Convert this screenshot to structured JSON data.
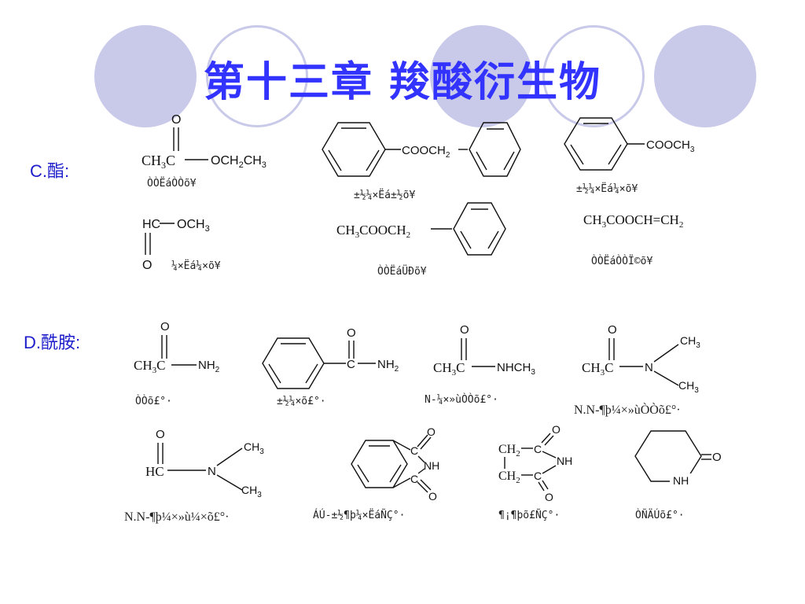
{
  "slide": {
    "title": "第十三章   羧酸衍生物",
    "section_c": "C.酯:",
    "section_d": "D.酰胺:"
  },
  "esters": {
    "ethyl_acetate": "ÒÒËáÒÒõ¥",
    "benzyl_benzoate": "±½¼×Ëá±½õ¥",
    "methyl_benzoate": "±½¼×Ëá¼×õ¥",
    "methyl_formate": "¼×Ëá¼×õ¥",
    "benzyl_acetate": "ÒÒËáÜÐõ¥",
    "vinyl_acetate": "ÒÒËáÒÒÏ©õ¥"
  },
  "amides": {
    "acetamide": "ÒÒõ£°·",
    "benzamide": "±½¼×õ£°·",
    "n_methylacetamide": "N-¼×»ùÒÒõ£°·",
    "nn_dimethylacetamide": "N.N-¶þ¼×»ùÒÒõ£°·",
    "nn_dimethylformamide": "N.N-¶þ¼×»ù¼×õ£°·",
    "phthalimide": "ÁÚ-±½¶þ¼×ËáÑÇ°·",
    "succinimide": "¶¡¶þõ£ÑÇ°·",
    "valerolactam": "ÒÑÄÚõ£°·"
  }
}
